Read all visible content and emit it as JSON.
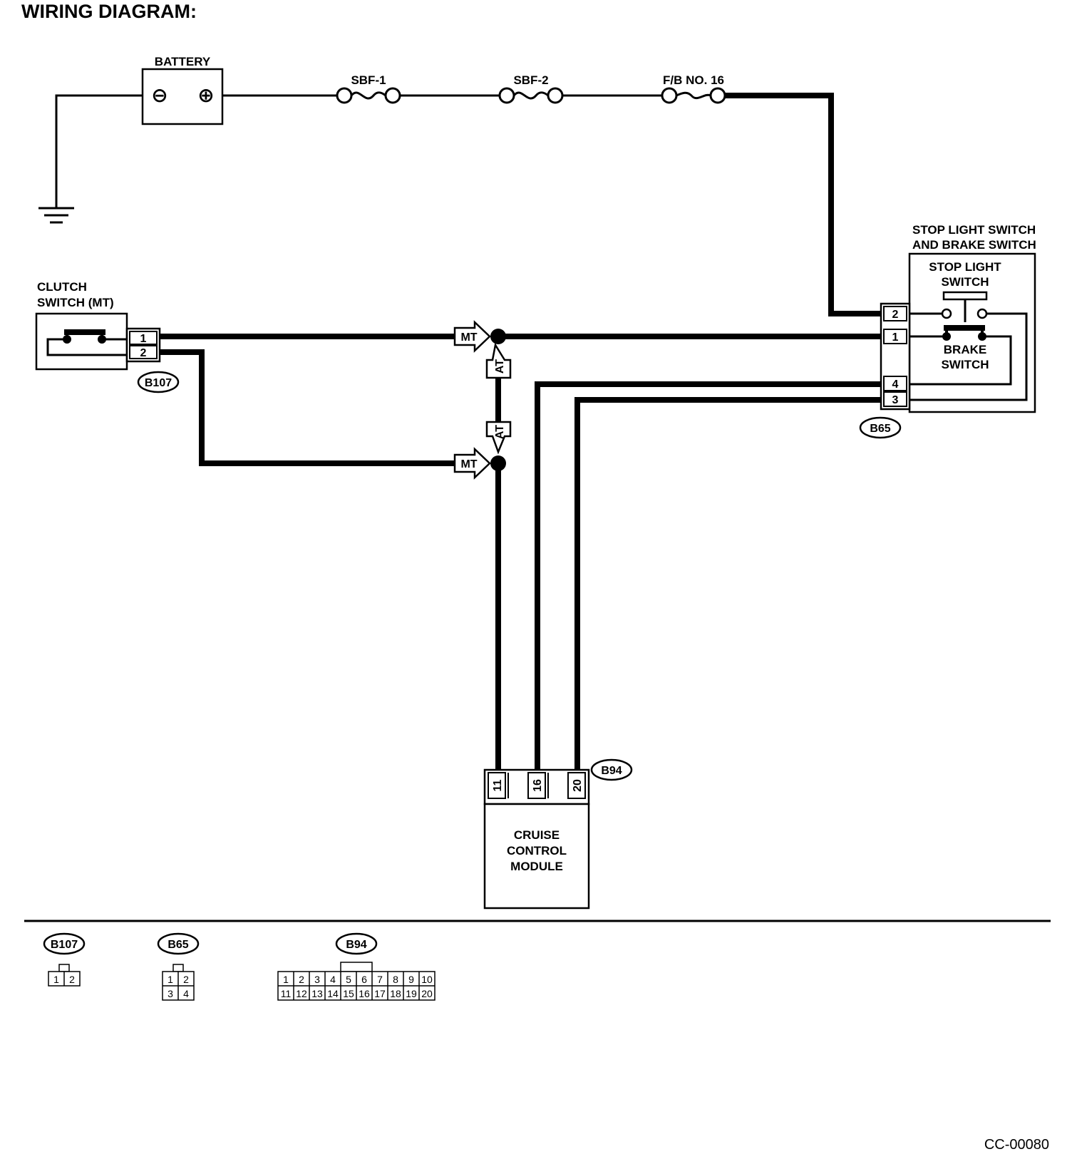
{
  "page": {
    "title": "WIRING DIAGRAM:",
    "figure_id": "CC-00080"
  },
  "components": {
    "battery": {
      "label": "BATTERY",
      "minus": "⊖",
      "plus": "⊕"
    },
    "fuse1": {
      "label": "SBF-1"
    },
    "fuse2": {
      "label": "SBF-2"
    },
    "fuse3": {
      "label": "F/B NO. 16"
    },
    "stop_brake_switch": {
      "title_line1": "STOP LIGHT SWITCH",
      "title_line2": "AND BRAKE SWITCH",
      "stop_line1": "STOP LIGHT",
      "stop_line2": "SWITCH",
      "brake_line1": "BRAKE",
      "brake_line2": "SWITCH",
      "connector": "B65",
      "pins": [
        "2",
        "1",
        "4",
        "3"
      ]
    },
    "clutch_switch": {
      "label_line1": "CLUTCH",
      "label_line2": "SWITCH (MT)",
      "connector": "B107",
      "pins": [
        "1",
        "2"
      ]
    },
    "cruise_module": {
      "line1": "CRUISE",
      "line2": "CONTROL",
      "line3": "MODULE",
      "connector": "B94",
      "pins": [
        "11",
        "16",
        "20"
      ]
    },
    "variant_marks": {
      "mt": "MT",
      "at": "AT"
    }
  },
  "connector_legend": {
    "b107": {
      "name": "B107",
      "pins": [
        "1",
        "2"
      ]
    },
    "b65": {
      "name": "B65",
      "pins": [
        "1",
        "2",
        "3",
        "4"
      ]
    },
    "b94": {
      "name": "B94",
      "row1": [
        "1",
        "2",
        "3",
        "4",
        "5",
        "6",
        "7",
        "8",
        "9",
        "10"
      ],
      "row2": [
        "11",
        "12",
        "13",
        "14",
        "15",
        "16",
        "17",
        "18",
        "19",
        "20"
      ]
    }
  }
}
